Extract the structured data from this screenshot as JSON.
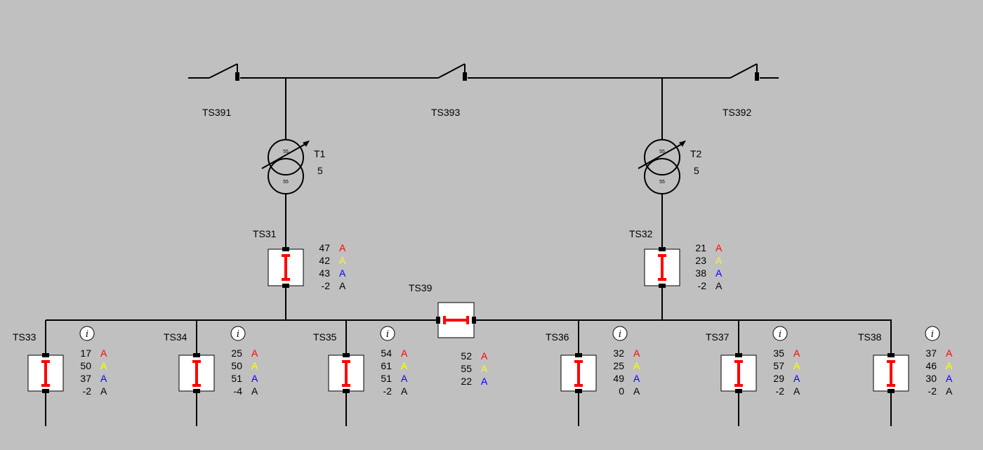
{
  "switches": {
    "top": [
      {
        "label": "TS391"
      },
      {
        "label": "TS393"
      },
      {
        "label": "TS392"
      }
    ]
  },
  "transformers": [
    {
      "label": "T1",
      "tap": "5",
      "winding_upper": "55",
      "winding_lower": "55"
    },
    {
      "label": "T2",
      "tap": "5",
      "winding_upper": "55",
      "winding_lower": "55"
    }
  ],
  "incomers": [
    {
      "label": "TS31",
      "values": [
        "47",
        "42",
        "43",
        "-2"
      ]
    },
    {
      "label": "TS32",
      "values": [
        "21",
        "23",
        "38",
        "-2"
      ]
    }
  ],
  "coupler": {
    "label": "TS39",
    "values": [
      "52",
      "55",
      "22"
    ]
  },
  "feeders": [
    {
      "label": "TS33",
      "values": [
        "17",
        "50",
        "37",
        "-2"
      ]
    },
    {
      "label": "TS34",
      "values": [
        "25",
        "50",
        "51",
        "-4"
      ]
    },
    {
      "label": "TS35",
      "values": [
        "54",
        "61",
        "51",
        "-2"
      ]
    },
    {
      "label": "TS36",
      "values": [
        "32",
        "25",
        "49",
        "0"
      ]
    },
    {
      "label": "TS37",
      "values": [
        "35",
        "57",
        "29",
        "-2"
      ]
    },
    {
      "label": "TS38",
      "values": [
        "37",
        "46",
        "30",
        "-2"
      ]
    }
  ],
  "unit": "A",
  "info_icon": "i",
  "colors": {
    "background": "#c0c0c0",
    "line": "#000000",
    "breaker_fill": "#ffffff",
    "breaker_closed": "#ff0000",
    "phase": [
      "#ff0000",
      "#ffff00",
      "#0000ff",
      "#000000"
    ]
  }
}
